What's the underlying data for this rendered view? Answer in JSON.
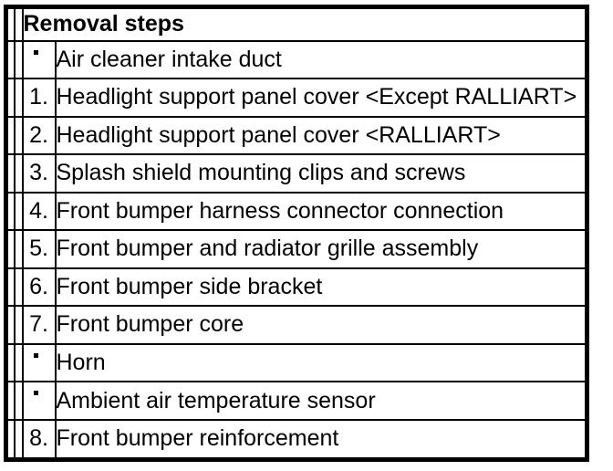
{
  "table": {
    "header": "Removal steps",
    "rows": [
      {
        "marker": "·",
        "label": "Air cleaner intake duct"
      },
      {
        "marker": "1.",
        "label": "Headlight support panel cover <Except RALLIART>"
      },
      {
        "marker": "2.",
        "label": "Headlight support panel cover <RALLIART>"
      },
      {
        "marker": "3.",
        "label": "Splash shield mounting clips and screws"
      },
      {
        "marker": "4.",
        "label": "Front bumper harness connector connection"
      },
      {
        "marker": "5.",
        "label": "Front bumper and radiator grille assembly"
      },
      {
        "marker": "6.",
        "label": "Front bumper side bracket"
      },
      {
        "marker": "7.",
        "label": "Front bumper core"
      },
      {
        "marker": "·",
        "label": "Horn"
      },
      {
        "marker": "·",
        "label": "Ambient air temperature sensor"
      },
      {
        "marker": "8.",
        "label": "Front bumper reinforcement"
      }
    ],
    "colors": {
      "border": "#000000",
      "background": "#ffffff",
      "text": "#000000"
    }
  }
}
